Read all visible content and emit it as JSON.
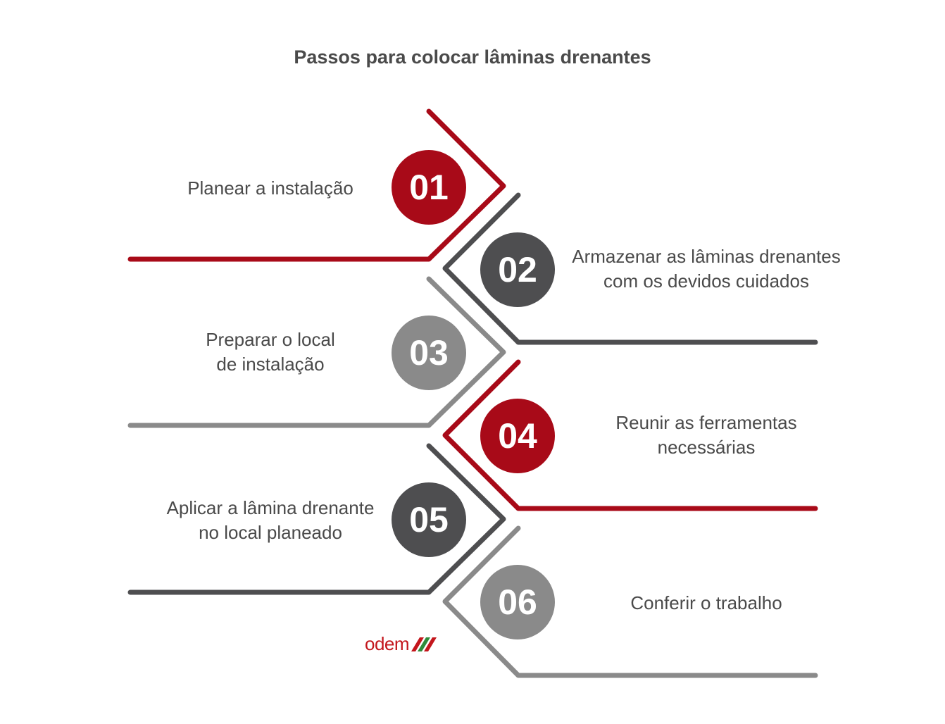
{
  "title": "Passos para colocar lâminas drenantes",
  "colors": {
    "red": "#a80a18",
    "dark": "#4e4e50",
    "gray": "#8a8a8a",
    "text": "#4a4a4a",
    "logo_red": "#c3161c",
    "logo_green": "#2e8b3a"
  },
  "steps": [
    {
      "number": "01",
      "text": "Planear a instalação",
      "color": "#a80a18"
    },
    {
      "number": "02",
      "text": "Armazenar as lâminas drenantes\ncom os devidos cuidados",
      "color": "#4e4e50"
    },
    {
      "number": "03",
      "text": "Preparar o local\nde instalação",
      "color": "#8a8a8a"
    },
    {
      "number": "04",
      "text": "Reunir as ferramentas\nnecessárias",
      "color": "#a80a18"
    },
    {
      "number": "05",
      "text": "Aplicar a lâmina drenante\nno local planeado",
      "color": "#4e4e50"
    },
    {
      "number": "06",
      "text": "Conferir o trabalho",
      "color": "#8a8a8a"
    }
  ],
  "logo": {
    "text": "odem"
  }
}
